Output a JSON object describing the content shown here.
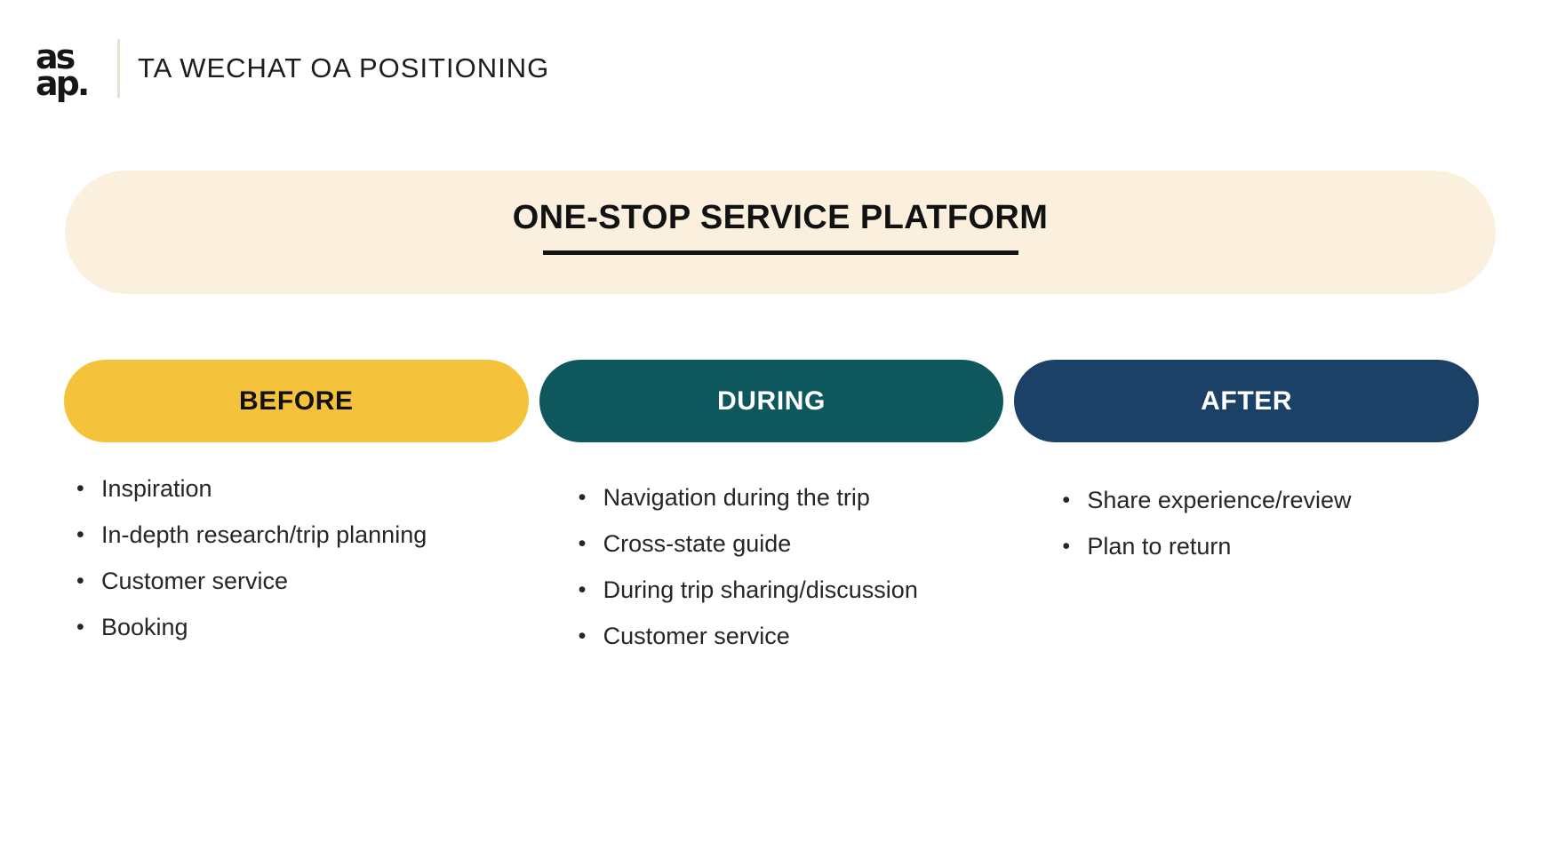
{
  "header": {
    "logo_line1": "as",
    "logo_line2": "ap.",
    "title": "TA WECHAT OA POSITIONING"
  },
  "banner": {
    "title": "ONE-STOP SERVICE PLATFORM",
    "background": "#faf0dd",
    "underline_color": "#111111"
  },
  "columns": [
    {
      "label": "BEFORE",
      "color": "#f5c33b",
      "label_color": "#111111",
      "items": [
        "Inspiration",
        "In-depth research/trip planning",
        "Customer service",
        "Booking"
      ]
    },
    {
      "label": "DURING",
      "color": "#0e585d",
      "label_color": "#ffffff",
      "items": [
        "Navigation during the trip",
        "Cross-state guide",
        "During trip sharing/discussion",
        "Customer service"
      ]
    },
    {
      "label": "AFTER",
      "color": "#1b4166",
      "label_color": "#ffffff",
      "items": [
        "Share experience/review",
        "Plan to return"
      ]
    }
  ]
}
